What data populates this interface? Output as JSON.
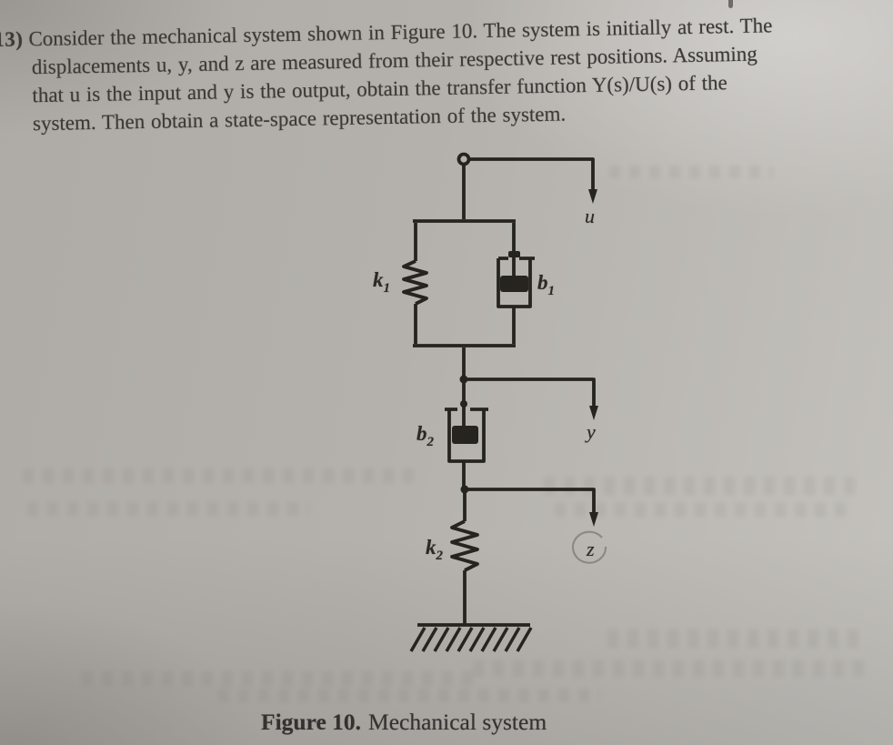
{
  "colors": {
    "paper": "#b3b0ab",
    "ink": "#26241f",
    "text": "#3c3a37"
  },
  "problem": {
    "number": "13)",
    "line1": "Consider the mechanical system shown in Figure 10. The system is initially at rest. The",
    "line2": "displacements u, y, and z are measured from their respective rest positions. Assuming",
    "line3": "that u is the input and y is the output, obtain the transfer function Y(s)/U(s) of the",
    "line4": "system. Then obtain a state-space representation of the system."
  },
  "figure": {
    "caption": {
      "bold": "Figure 10.",
      "text": "Mechanical system"
    },
    "labels": {
      "spring1": {
        "base": "k",
        "sub": "1"
      },
      "damper1": {
        "base": "b",
        "sub": "1"
      },
      "damper2": {
        "base": "b",
        "sub": "2"
      },
      "spring2": {
        "base": "k",
        "sub": "2"
      },
      "input": "u",
      "output": "y",
      "intermediate": "z"
    }
  }
}
